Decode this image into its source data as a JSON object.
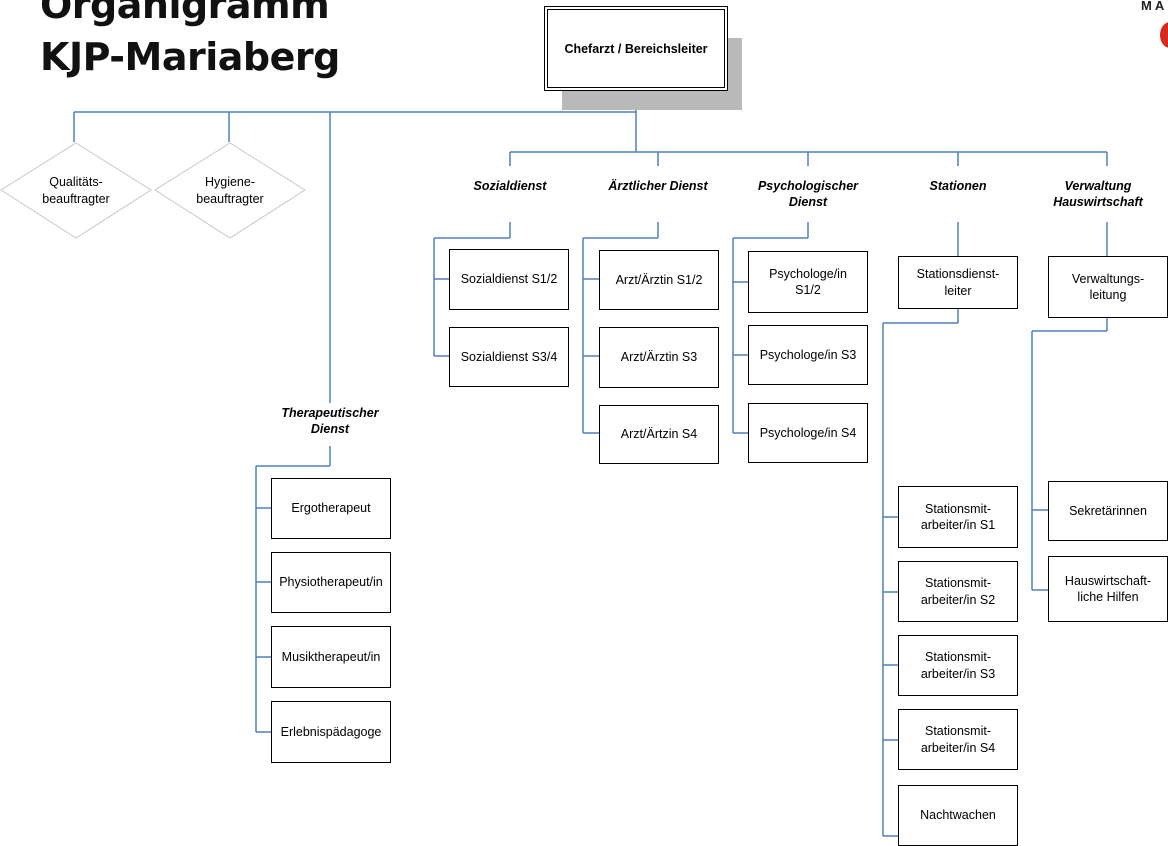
{
  "title": {
    "line1": "Organigramm",
    "line2": "KJP-Mariaberg"
  },
  "logo": {
    "text": "MA"
  },
  "root": "Chefarzt / Bereichsleiter",
  "staff": [
    {
      "name": "qualitaetsbeauftragter",
      "line1": "Qualitäts-",
      "line2": "beauftragter"
    },
    {
      "name": "hygienebeauftragter",
      "line1": "Hygiene-",
      "line2": "beauftragter"
    }
  ],
  "departments": {
    "sozialdienst": {
      "heading": "Sozialdienst",
      "items": [
        "Sozialdienst S1/2",
        "Sozialdienst S3/4"
      ]
    },
    "aerztlich": {
      "heading": "Ärztlicher Dienst",
      "items": [
        "Arzt/Ärztin S1/2",
        "Arzt/Ärztin S3",
        "Arzt/Ärtzin S4"
      ]
    },
    "psychologisch": {
      "heading_line1": "Psychologischer",
      "heading_line2": "Dienst",
      "items": [
        {
          "line1": "Psychologe/in",
          "line2": "S1/2"
        },
        {
          "line1": "Psychologe/in S3",
          "line2": ""
        },
        {
          "line1": "Psychologe/in S4",
          "line2": ""
        }
      ]
    },
    "stationen": {
      "heading": "Stationen",
      "lead": {
        "line1": "Stationsdienst-",
        "line2": "leiter"
      },
      "items": [
        {
          "line1": "Stationsmit-",
          "line2": "arbeiter/in S1"
        },
        {
          "line1": "Stationsmit-",
          "line2": "arbeiter/in S2"
        },
        {
          "line1": "Stationsmit-",
          "line2": "arbeiter/in S3"
        },
        {
          "line1": "Stationsmit-",
          "line2": "arbeiter/in S4"
        },
        {
          "line1": "Nachtwachen",
          "line2": ""
        }
      ]
    },
    "verwaltung": {
      "heading_line1": "Verwaltung",
      "heading_line2": "Hauswirtschaft",
      "lead": {
        "line1": "Verwaltungs-",
        "line2": "leitung"
      },
      "items": [
        {
          "line1": "Sekretärinnen",
          "line2": ""
        },
        {
          "line1": "Hauswirtschaft-",
          "line2": "liche Hilfen"
        }
      ]
    },
    "therapeutisch": {
      "heading_line1": "Therapeutischer",
      "heading_line2": "Dienst",
      "items": [
        "Ergotherapeut",
        "Physiotherapeut/in",
        "Musiktherapeut/in",
        "Erlebnispädagoge"
      ]
    }
  },
  "colors": {
    "connector": "#4f81bd",
    "shadow": "#b9b9b9",
    "diamond_border": "#c8c8c8",
    "logo": "#d52b1e"
  }
}
